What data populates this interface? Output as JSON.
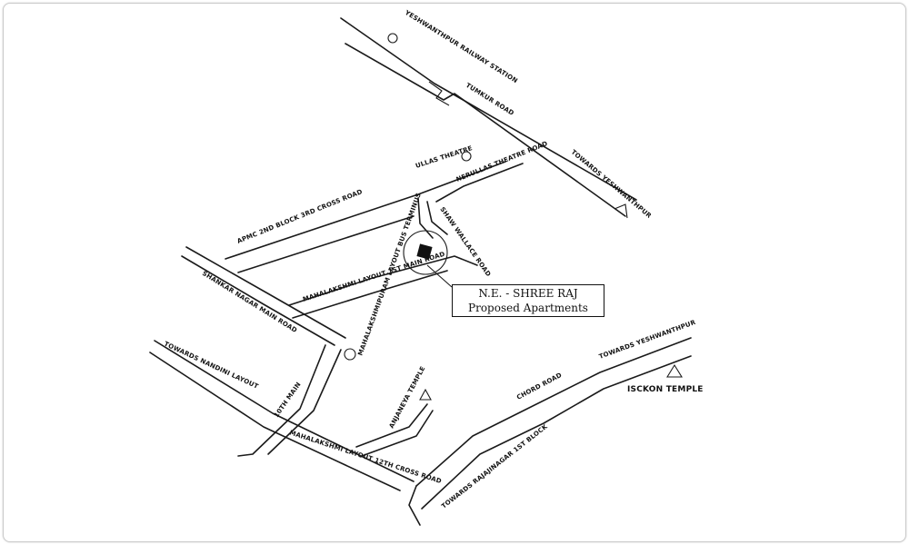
{
  "labels": {
    "yeshwanthpur_railway_station": "YESHWANTHPUR RAILWAY STATION",
    "tumkur_road": "TUMKUR ROAD",
    "towards_yeshwanthpur_top": "TOWARDS YESHWANTHPUR",
    "ullas_theatre": "ULLAS THEATRE",
    "nerullas_theatre_road": "NERULLAS THEATRE ROAD",
    "shaw_wallace_road": "SHAW WALLACE ROAD",
    "apmc_2nd_block": "APMC 2ND BLOCK 3RD CROSS ROAD",
    "shankar_nagar_main_road": "SHANKAR NAGAR MAIN ROAD",
    "first_main_road": "MAHALAKSHMI LAYOUT 1ST MAIN ROAD",
    "mahalakshmipuram_bus_terminus": "MAHALAKSHMIPURAM LAYOUT BUS TERMINUS",
    "towards_nandini_layout": "TOWARDS NANDINI LAYOUT",
    "tenth_main": "10TH MAIN",
    "anjaneya_temple": "ANJANEYA TEMPLE",
    "mahalakshmi_layout_12th_cross": "MAHALAKSHMI LAYOUT 12TH CROSS ROAD",
    "chord_road": "CHORD ROAD",
    "towards_yeshwanthpur_right": "TOWARDS YESHWANTHPUR",
    "isckon_temple": "ISCKON TEMPLE",
    "towards_rajajinagar": "TOWARDS RAJAJINAGAR 1ST BLOCK"
  },
  "callout": {
    "line1": "N.E. - SHREE RAJ",
    "line2": "Proposed Apartments"
  }
}
